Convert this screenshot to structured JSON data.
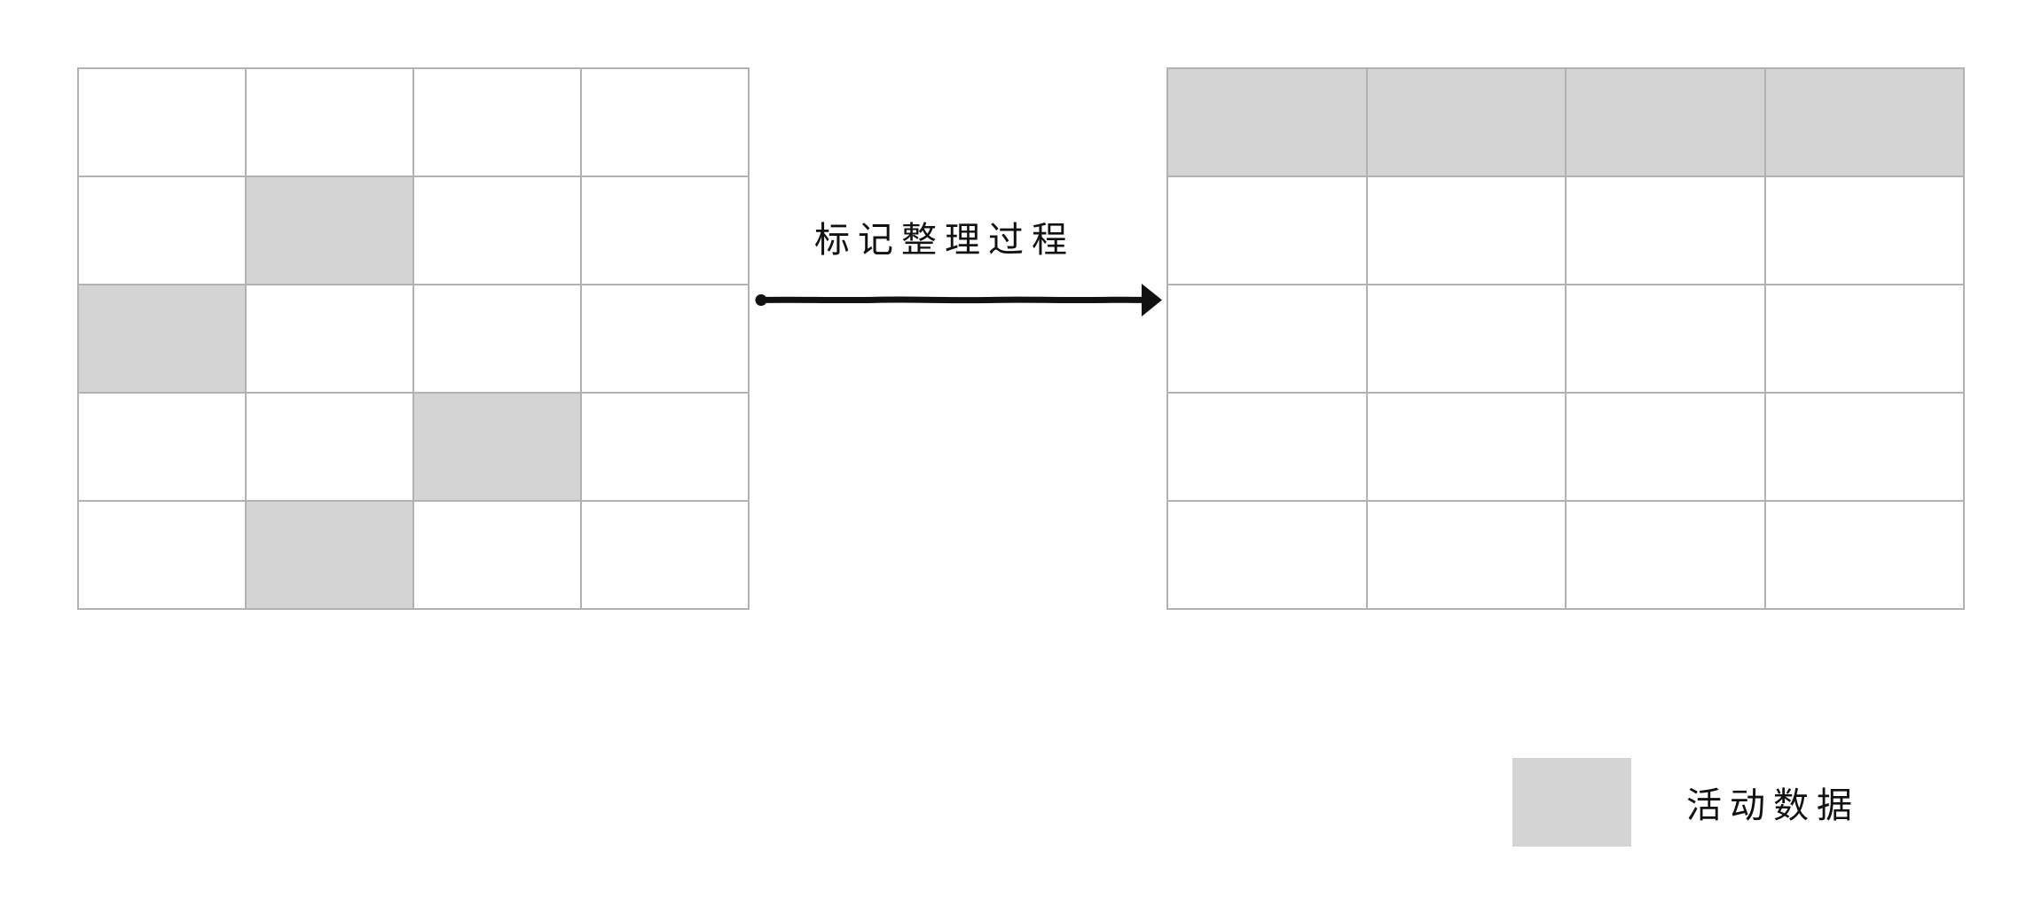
{
  "diagram": {
    "title": "标记整理过程",
    "type": "mark-compact-memory-diagram",
    "colors": {
      "active_data_fill": "#d4d4d4",
      "grid_line": "#b2b2b2",
      "background": "#ffffff",
      "arrow": "#111111",
      "text": "#111111"
    },
    "before_grid": {
      "name": "heap-before-compaction",
      "rows": 5,
      "columns": 4,
      "cells": [
        [
          false,
          false,
          false,
          false
        ],
        [
          false,
          true,
          false,
          false
        ],
        [
          true,
          false,
          false,
          false
        ],
        [
          false,
          false,
          true,
          false
        ],
        [
          false,
          true,
          false,
          false
        ]
      ],
      "filled_count": 4
    },
    "transition": {
      "label": "标记整理过程",
      "arrow": "right-arrow-icon",
      "direction": "left-to-right"
    },
    "after_grid": {
      "name": "heap-after-compaction",
      "rows": 5,
      "columns": 4,
      "cells": [
        [
          true,
          true,
          true,
          true
        ],
        [
          false,
          false,
          false,
          false
        ],
        [
          false,
          false,
          false,
          false
        ],
        [
          false,
          false,
          false,
          false
        ],
        [
          false,
          false,
          false,
          false
        ]
      ],
      "filled_count": 4
    },
    "legend": {
      "swatch_color": "#d4d4d4",
      "label": "活动数据"
    }
  }
}
